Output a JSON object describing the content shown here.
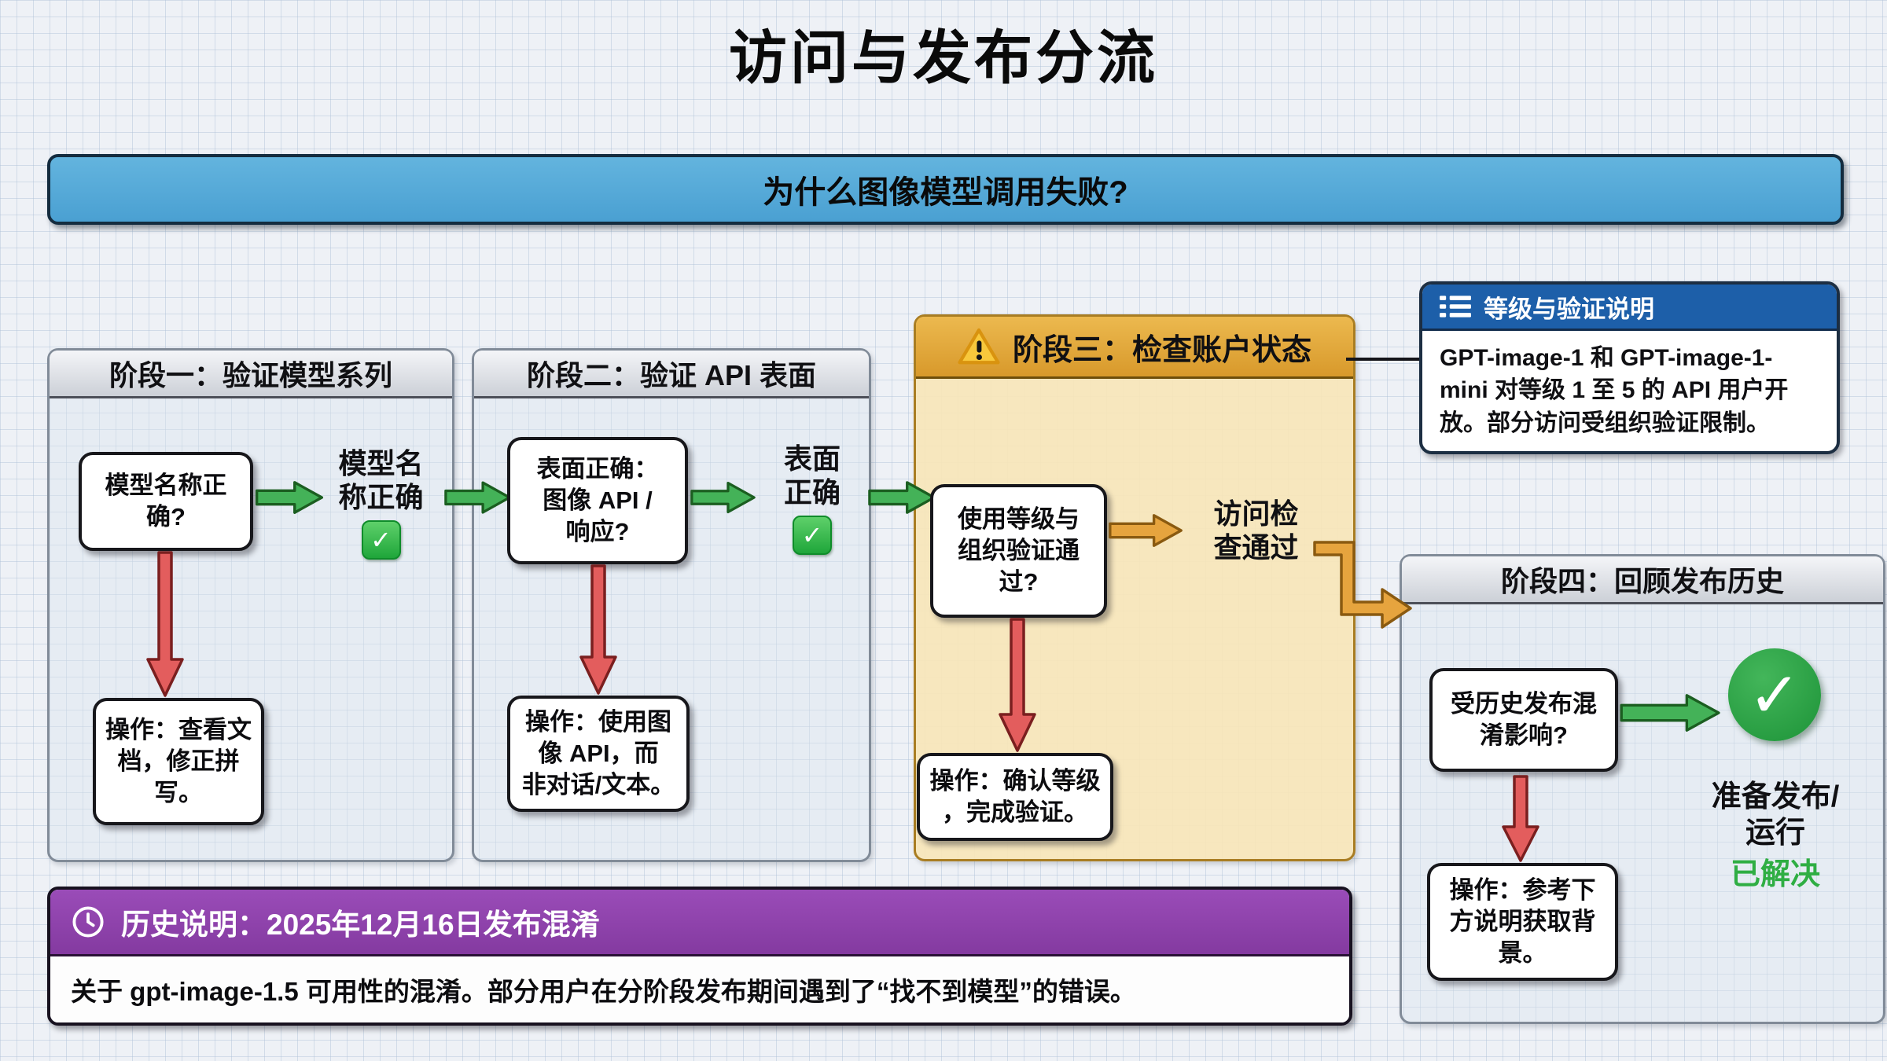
{
  "title": "访问与发布分流",
  "banner": {
    "question": "为什么图像模型调用失败?"
  },
  "stage1": {
    "header": "阶段一：验证模型系列",
    "question": "模型名称正\n确?",
    "yes_label": "模型名\n称正确",
    "action": "操作：查看文\n档，修正拼\n写。"
  },
  "stage2": {
    "header": "阶段二：验证 API 表面",
    "question": "表面正确：\n图像 API /\n响应?",
    "yes_label": "表面\n正确",
    "action": "操作：使用图\n像 API，而\n非对话/文本。"
  },
  "stage3": {
    "header": "阶段三：检查账户状态",
    "question": "使用等级与\n组织验证通\n过?",
    "yes_label": "访问检\n查通过",
    "action": "操作：确认等级\n，完成验证。"
  },
  "stage4": {
    "header": "阶段四：回顾发布历史",
    "question": "受历史发布混\n淆影响?",
    "result": "准备发布/\n运行",
    "resolved": "已解决",
    "action": "操作：参考下\n方说明获取背\n景。"
  },
  "info_note": {
    "header": "等级与验证说明",
    "body": "GPT-image-1 和 GPT-image-1-mini 对等级 1 至 5 的 API 用户开放。部分访问受组织验证限制。"
  },
  "history_note": {
    "header": "历史说明：2025年12月16日发布混淆",
    "body": "关于 gpt-image-1.5 可用性的混淆。部分用户在分阶段发布期间遇到了“找不到模型”的错误。"
  },
  "colors": {
    "banner_blue": "#4aa0d2",
    "stage_amber": "#d8992b",
    "info_blue": "#1d5fa9",
    "history_purple": "#843aa0",
    "yes_green": "#44b258",
    "no_red": "#e35d5d",
    "access_orange": "#e6a43e",
    "resolved_green": "#2fae43"
  }
}
